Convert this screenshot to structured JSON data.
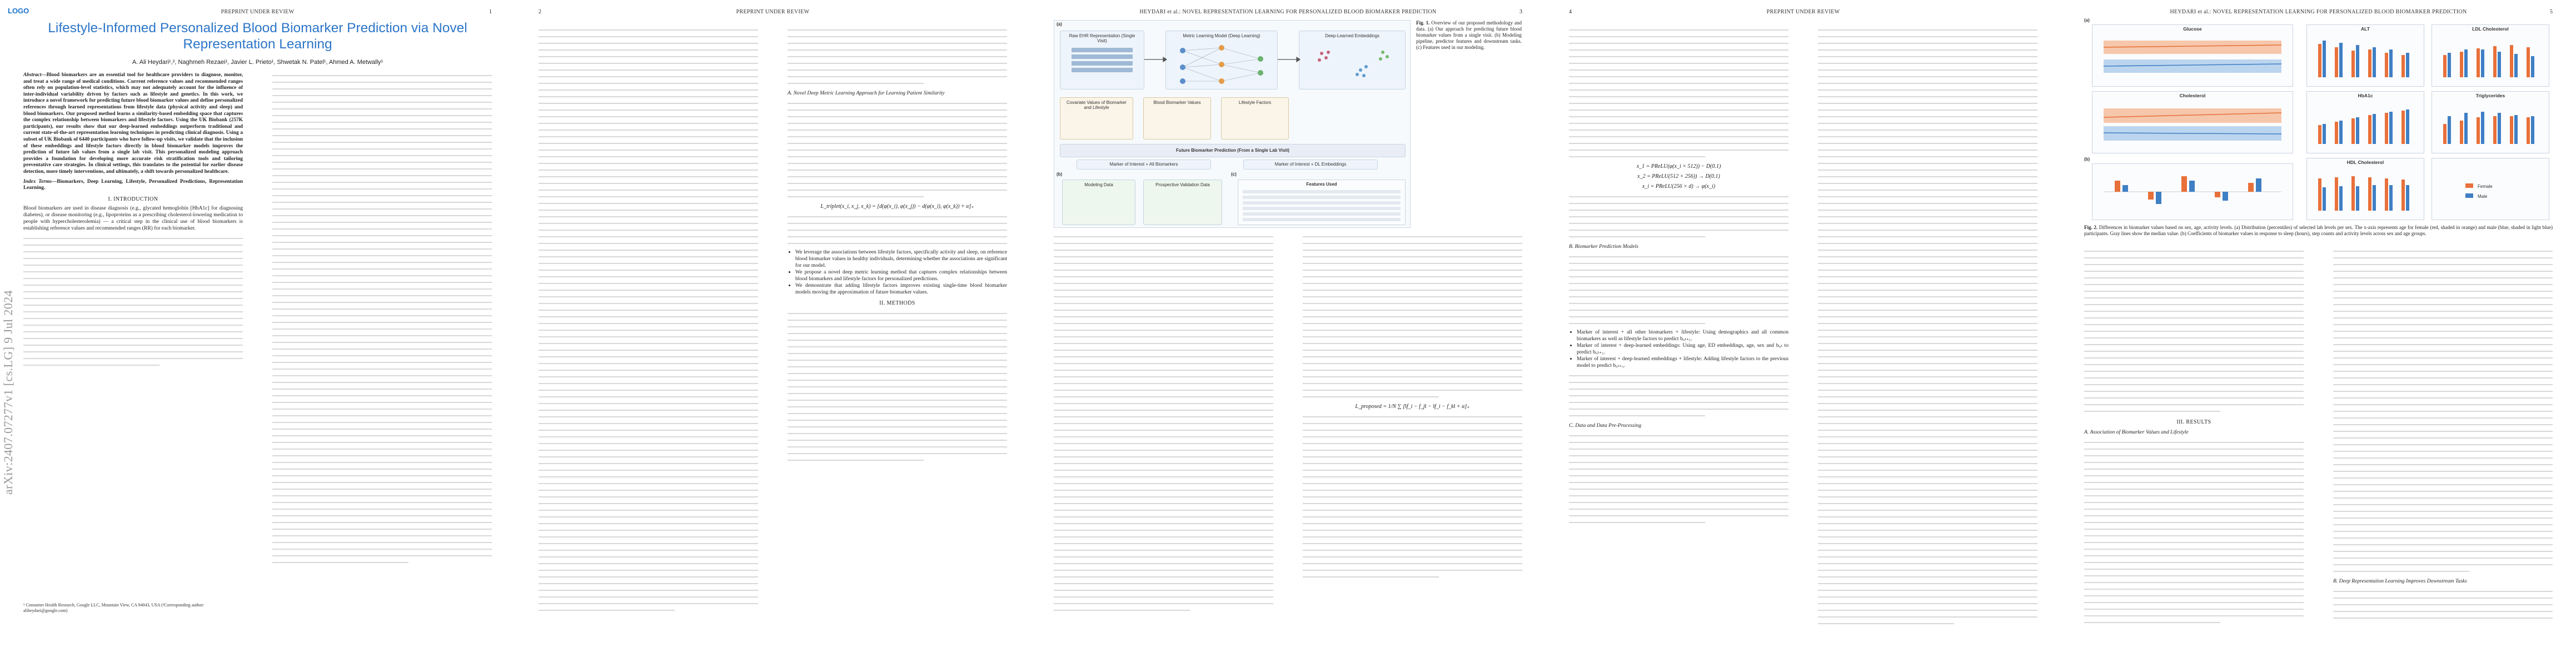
{
  "header": {
    "logo": "LOGO",
    "running_head": "PREPRINT UNDER REVIEW",
    "running_head_odd": "HEYDARI et al.: NOVEL REPRESENTATION LEARNING FOR PERSONALIZED BLOOD BIOMARKER PREDICTION",
    "page_numbers": [
      "1",
      "2",
      "3",
      "4",
      "5"
    ]
  },
  "arxiv_id": "arXiv:2407.07277v1  [cs.LG]  9 Jul 2024",
  "paper": {
    "title": "Lifestyle-Informed Personalized Blood Biomarker Prediction via Novel Representation Learning",
    "authors": "A. Ali Heydari¹,², Naghmeh Rezaei¹, Javier L. Prieto¹, Shwetak N. Patel¹, Ahmed A. Metwally¹",
    "abstract_label": "Abstract—",
    "abstract": "Blood biomarkers are an essential tool for healthcare providers to diagnose, monitor, and treat a wide range of medical conditions. Current reference values and recommended ranges often rely on population-level statistics, which may not adequately account for the influence of inter-individual variability driven by factors such as lifestyle and genetics. In this work, we introduce a novel framework for predicting future blood biomarker values and define personalized references through learned representations from lifestyle data (physical activity and sleep) and blood biomarkers. Our proposed method learns a similarity-based embedding space that captures the complex relationship between biomarkers and lifestyle factors. Using the UK Biobank (257K participants), our results show that our deep-learned embeddings outperform traditional and current state-of-the-art representation learning techniques in predicting clinical diagnosis. Using a subset of UK Biobank of 6440 participants who have follow-up visits, we validate that the inclusion of these embeddings and lifestyle factors directly in blood biomarker models improves the prediction of future lab values from a single lab visit. This personalized modeling approach provides a foundation for developing more accurate risk stratification tools and tailoring preventative care strategies. In clinical settings, this translates to the potential for earlier disease detection, more timely interventions, and ultimately, a shift towards personalized healthcare.",
    "index_terms_label": "Index Terms—",
    "index_terms": "Biomarkers, Deep Learning, Lifestyle, Personalized Predictions, Representation Learning.",
    "sections": {
      "intro": "I. INTRODUCTION",
      "methods": "II. METHODS",
      "results": "III. RESULTS"
    },
    "subsections": {
      "novel_approach": "A. Novel Deep Metric Learning Approach for Learning Patient Similarity",
      "data": "C. Data and Data Pre-Processing",
      "biomarker_models": "B. Biomarker Prediction Models",
      "association": "A. Association of Biomarker Values and Lifestyle",
      "representation": "B. Deep Representation Learning Improves Downstream Tasks"
    },
    "intro_lead": "Blood biomarkers are used in disease diagnosis (e.g., glycated hemoglobin [HbA1c] for diagnosing diabetes), or disease monitoring (e.g., lipoproteins as a prescribing cholesterol-lowering medication to people with hypercholesterolemia) — a critical step in the clinical use of blood biomarkers is establishing reference values and recommended ranges (RR) for each biomarker.",
    "footnote": "¹ Consumer Health Research, Google LLC, Mountain View, CA 94043, USA (²Corresponding author: aliheydari@google.com)",
    "approach_list": [
      "We leverage the associations between lifestyle factors, specifically activity and sleep, on reference blood biomarker values in healthy individuals, determining whether the associations are significant for our model.",
      "We propose a novel deep metric learning method that captures complex relationships between blood biomarkers and lifestyle factors for personalized predictions.",
      "We demonstrate that adding lifestyle factors improves existing single-time blood biomarker models moving the approximation of future biomarker values."
    ],
    "predictor_list": [
      "Marker of interest + all other biomarkers + lifestyle: Using demographics and all common biomarkers as well as lifestyle factors to predict bᵢ,ₜ₊₁.",
      "Marker of interest + deep-learned embeddings: Using age, ED embeddings, age, sex and bᵢ,ₜ to predict bᵢ,ₜ₊₁.",
      "Marker of interest + deep-learned embeddings + lifestyle: Adding lifestyle factors to the previous model to predict bᵢ,ₜ₊₁."
    ],
    "equations": [
      "L_triplet(x_i, x_j, x_k) = [d(φ(x_i), φ(x_j)) − d(φ(x_i), φ(x_k)) + α]₊",
      "x_1 = PReLU(φ(x_i × 512)) − D(0.1)",
      "x_2 = PReLU(512 × 256)) → D(0.1)",
      "x_i = PReLU(256 × d) → φ(x_i)",
      "L_proposed = 1/N ∑ [‖f_i − f_j‖ − ‖f_i − f_k‖ + α]₊"
    ]
  },
  "figure1": {
    "caption_title": "Fig. 1.",
    "caption": "Overview of our proposed methodology and data. (a) Our approach for predicting future blood biomarker values from a single visit. (b) Modeling pipeline, predictor features and downstream tasks. (c) Features used in our modeling.",
    "panel_labels": [
      "(a)",
      "(b)",
      "(c)"
    ],
    "blocks": [
      "Raw EHR Representation (Single Visit)",
      "Metric Learning Model (Deep Learning)",
      "Deep-Learned Embeddings",
      "Covariate Values of Biomarker and Lifestyle",
      "Blood Biomarker Values",
      "Lifestyle Factors",
      "Future Biomarker Prediction (From a Single Lab Visit)",
      "Marker of Interest + All Biomarkers",
      "Marker of Interest + DL Embeddings",
      "Modeling Data",
      "Prospective Validation Data",
      "Features Used"
    ]
  },
  "figure2": {
    "caption_title": "Fig. 2.",
    "caption": "Differences in biomarker values based on sex, age, activity levels. (a) Distribution (percentiles) of selected lab levels per sex. The x-axis represents age for female (red, shaded in orange) and male (blue, shaded in light blue) participants. Gray lines show the median value. (b) Coefficients of biomarker values in response to sleep (hours), step counts and activity levels across sex and age groups.",
    "panels": [
      "Glucose",
      "Cholesterol",
      "ALT",
      "LDL Cholesterol",
      "HbA1c",
      "Triglycerides",
      "HDL Cholesterol"
    ],
    "legend": [
      "Female",
      "Male"
    ]
  },
  "colors": {
    "title_blue": "#2c76c9",
    "female": "#e8703a",
    "male": "#3f7fc4",
    "arxiv_gray": "#9a9a9a"
  }
}
